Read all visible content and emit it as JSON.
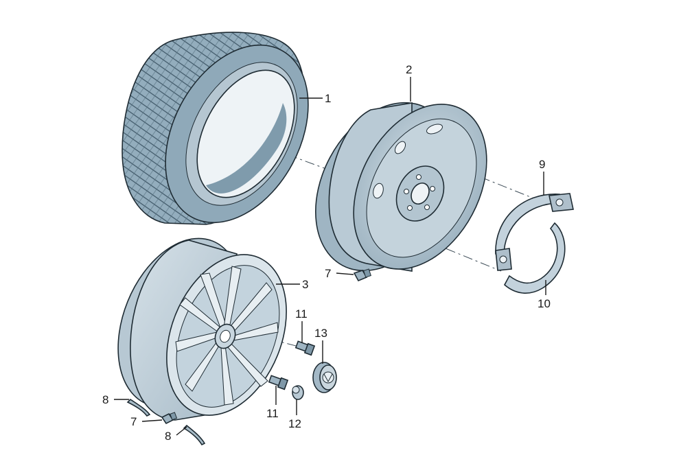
{
  "diagram": {
    "callouts": {
      "c1": "1",
      "c2": "2",
      "c3": "3",
      "c7a": "7",
      "c7b": "7",
      "c8a": "8",
      "c8b": "8",
      "c9": "9",
      "c10": "10",
      "c11a": "11",
      "c11b": "11",
      "c12": "12",
      "c13": "13"
    },
    "colors": {
      "metal_light": "#c9d6de",
      "metal_mid": "#a9bcc8",
      "metal_dark": "#7d96a6",
      "tyre": "#93adbd",
      "tyre_dark": "#6e8b9d",
      "line": "#1e2b33"
    }
  }
}
